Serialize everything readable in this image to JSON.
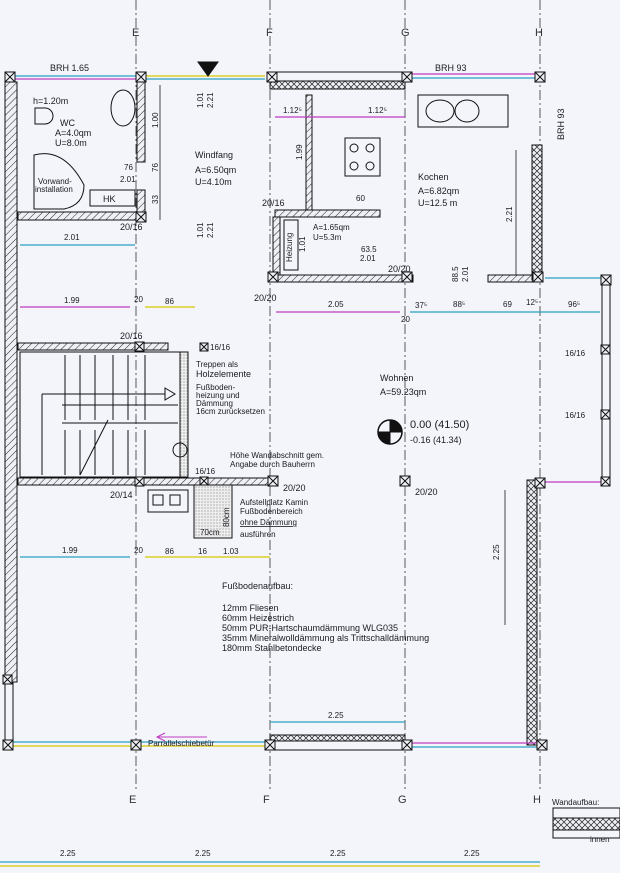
{
  "drawing": {
    "axes": [
      "E",
      "F",
      "G",
      "H"
    ],
    "brh_top_left": "BRH 1.65",
    "brh_top_right": "BRH 93",
    "brh_side": "BRH 93",
    "wc": {
      "height": "h=1.20m",
      "name": "WC",
      "area": "A=4.0qm",
      "perimeter": "U=8.0m",
      "fixture": "Vorwand-",
      "fixture2": "installation",
      "hk": "HK",
      "door_w": "76",
      "door_h": "2.01",
      "d1": "1.00",
      "d2": "76",
      "d3": "33"
    },
    "windfang": {
      "name": "Windfang",
      "area": "A=6.50qm",
      "perimeter": "U=4.10m",
      "win1a": "1.01",
      "win1b": "2.21",
      "win2a": "1.01",
      "win2b": "2.21"
    },
    "heizung": {
      "name": "Heizung",
      "area": "A=1.65qm",
      "perimeter": "U=5.3m",
      "door_w": "63.5",
      "door_h": "2.01",
      "dim": "1.01"
    },
    "kochen": {
      "name": "Kochen",
      "area": "A=6.82qm",
      "perimeter": "U=12.5 m",
      "dim_a": "1.12⁵",
      "dim_b": "1.12⁵",
      "dim_c": "1.99",
      "dim_d": "60",
      "dim_e": "2.21",
      "door_w": "88.5",
      "door_h": "2.01"
    },
    "wohnen": {
      "name": "Wohnen",
      "area": "A=59.23qm",
      "level1": "0.00 (41.50)",
      "level2": "-0.16 (41.34)",
      "dim_v": "2.25"
    },
    "columns": [
      "20/16",
      "20/16",
      "20/20",
      "20/20",
      "20/16",
      "16/16",
      "16/16",
      "20/14",
      "20/20",
      "20/20",
      "16/16",
      "16/16"
    ],
    "dims_row1": [
      "2.01",
      "1.99",
      "20",
      "86",
      "2.05",
      "20",
      "37⁵",
      "88⁵",
      "69",
      "12⁵",
      "96⁵"
    ],
    "dims_row2": [
      "1.99",
      "20",
      "86",
      "16",
      "1.03"
    ],
    "stairs_note": [
      "Treppen als",
      "Holzelemente",
      "Fußboden-",
      "heizung und",
      "Dämmung",
      "16cm zurücksetzen"
    ],
    "wall_note": [
      "Höhe Wandabschnitt gem.",
      "Angabe durch Bauherrn"
    ],
    "fireplace_note": [
      "Aufstellplatz Kamin",
      "Fußbodenbereich",
      "ohne Dämmung",
      "ausführen"
    ],
    "fireplace_dims": [
      "80cm",
      "70cm"
    ],
    "floor_build": {
      "title": "Fußbodenaufbau:",
      "layers": [
        "12mm Fliesen",
        "60mm Heizestrich",
        "50mm PUR-Hartschaumdämmung WLG035",
        "35mm Mineralwolldämmung als Trittschalldämmung",
        "180mm Stahlbetondecke"
      ]
    },
    "sliding_door": "Parrallelschiebetür",
    "window_dim": "2.25",
    "wall_build": {
      "title": "Wandaufbau:",
      "inner": "innen"
    },
    "bottom_dims": [
      "2.25",
      "2.25",
      "2.25",
      "2.25"
    ]
  }
}
